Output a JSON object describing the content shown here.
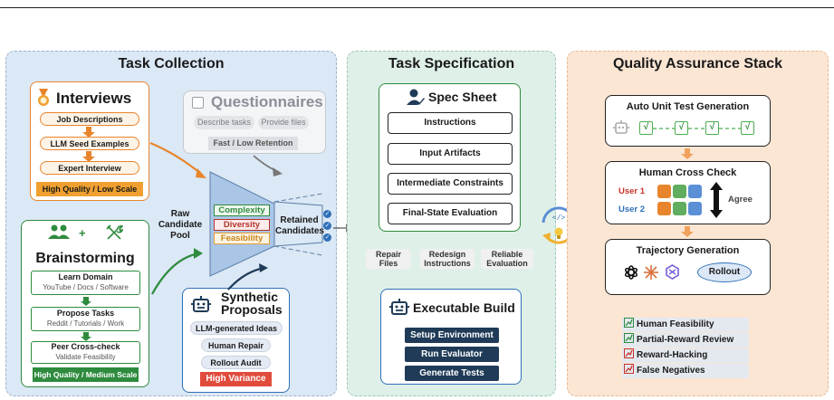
{
  "colors": {
    "collection_bg": "#dbe8f5",
    "spec_bg": "#dff0e8",
    "qa_bg": "#fbe6d4",
    "orange": "#e8852c",
    "green": "#2e8b3e",
    "navy": "#1f3b57",
    "red": "#e04b3c"
  },
  "collection": {
    "title": "Task Collection",
    "interviews": {
      "title": "Interviews",
      "steps": [
        "Job Descriptions",
        "LLM Seed Examples",
        "Expert Interview"
      ],
      "footer": "High Quality / Low Scale"
    },
    "questionnaires": {
      "title": "Questionnaires",
      "chips": [
        "Describe tasks",
        "Provide files"
      ],
      "footer": "Fast / Low Retention"
    },
    "brainstorming": {
      "title": "Brainstorming",
      "plus": "+",
      "steps": [
        {
          "title": "Learn Domain",
          "sub": "YouTube / Docs / Software"
        },
        {
          "title": "Propose Tasks",
          "sub": "Reddit / Tutorials / Work"
        },
        {
          "title": "Peer Cross-check",
          "sub": "Validate Feasibility"
        }
      ],
      "footer": "High Quality / Medium Scale"
    },
    "synthetic": {
      "title_line1": "Synthetic",
      "title_line2": "Proposals",
      "steps": [
        "LLM-generated Ideas",
        "Human Repair",
        "Rollout Audit"
      ],
      "footer": "High Variance"
    },
    "funnel": {
      "raw_label_1": "Raw",
      "raw_label_2": "Candidate",
      "raw_label_3": "Pool",
      "filters": [
        "Complexity",
        "Diversity",
        "Feasibility"
      ],
      "retained_1": "Retained",
      "retained_2": "Candidates"
    }
  },
  "specification": {
    "title": "Task Specification",
    "spec_sheet": {
      "title": "Spec Sheet",
      "items": [
        "Instructions",
        "Input Artifacts",
        "Intermediate Constraints",
        "Final-State Evaluation"
      ]
    },
    "feedback": [
      {
        "line1": "Repair",
        "line2": "Files"
      },
      {
        "line1": "Redesign",
        "line2": "Instructions"
      },
      {
        "line1": "Reliable",
        "line2": "Evaluation"
      }
    ],
    "executable": {
      "title": "Executable Build",
      "items": [
        "Setup Environment",
        "Run Evaluator",
        "Generate Tests"
      ]
    }
  },
  "qa": {
    "title": "Quality Assurance Stack",
    "unit_tests": {
      "title": "Auto Unit Test Generation",
      "check": "√"
    },
    "cross_check": {
      "title": "Human Cross Check",
      "user1": "User 1",
      "user2": "User 2",
      "agree": "Agree",
      "cells_row1": [
        "#e8852c",
        "#5fae5f",
        "#5b8fd6"
      ],
      "cells_row2": [
        "#e8852c",
        "#5fae5f",
        "#5b8fd6"
      ]
    },
    "trajectory": {
      "title": "Trajectory Generation",
      "rollout": "Rollout"
    },
    "legend": [
      {
        "label": "Human Feasibility",
        "kind": "good"
      },
      {
        "label": "Partial-Reward Review",
        "kind": "good"
      },
      {
        "label": "Reward-Hacking",
        "kind": "bad"
      },
      {
        "label": "False Negatives",
        "kind": "bad"
      }
    ]
  }
}
